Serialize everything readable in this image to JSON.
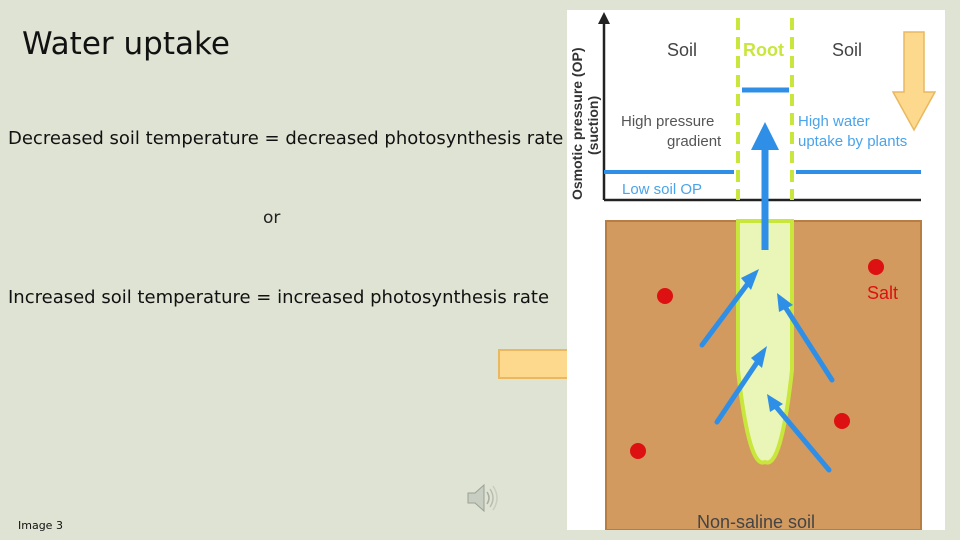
{
  "slide": {
    "title": "Water uptake",
    "line1": "Decreased soil temperature = decreased photosynthesis rate",
    "or_text": "or",
    "line2": "Increased soil temperature = increased photosynthesis rate",
    "caption": "Image 3"
  },
  "figure": {
    "axis_label_1": "Osmotic pressure (OP)",
    "axis_label_2": "(suction)",
    "soil_left": "Soil",
    "root": "Root",
    "soil_right": "Soil",
    "high_pressure_1": "High pressure",
    "high_pressure_2": "gradient",
    "high_water_1": "High water",
    "high_water_2": "uptake by plants",
    "low_soil_op": "Low soil OP",
    "salt": "Salt",
    "bottom_label": "Non-saline soil"
  },
  "icons": {
    "speaker": "speaker-icon",
    "pointer_arrow": "right-arrow-icon"
  },
  "colors": {
    "background": "#dfe3d4",
    "soil": "#d29a5f",
    "root": "#c8e63c",
    "water_arrow": "#2f8fe6",
    "salt": "#dd1111",
    "pointer_arrow": "#fcd98c"
  }
}
